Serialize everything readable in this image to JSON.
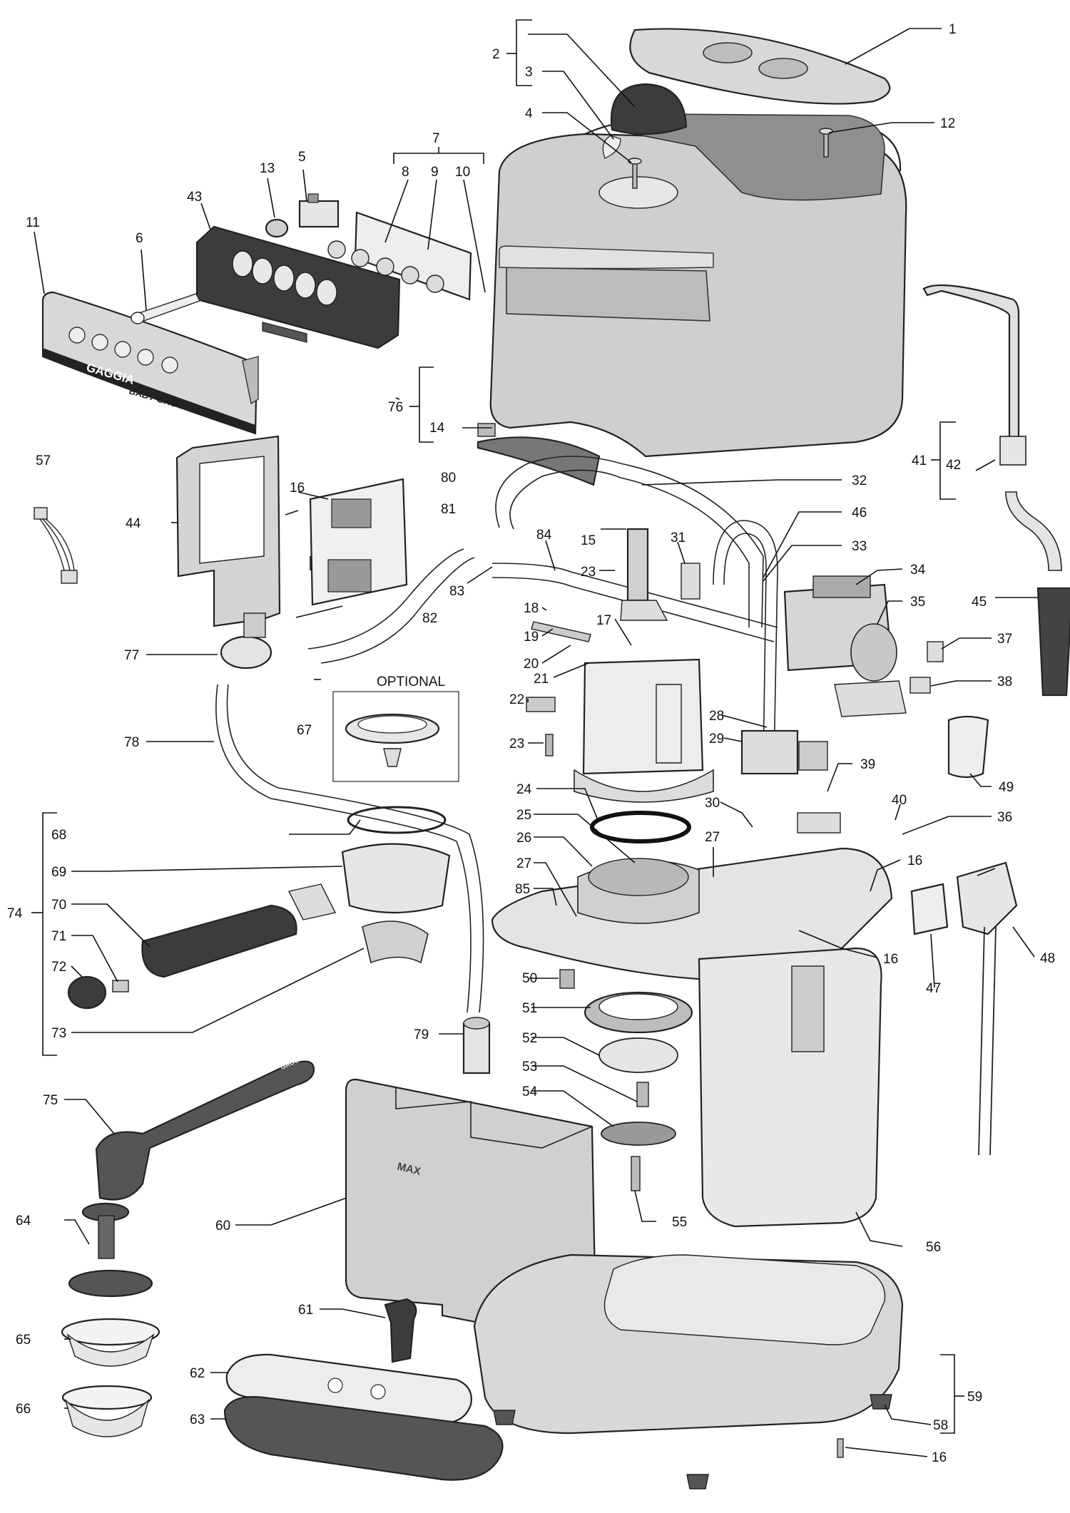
{
  "callouts": [
    "1",
    "2",
    "3",
    "4",
    "5",
    "6",
    "7",
    "8",
    "9",
    "10",
    "11",
    "12",
    "13",
    "14",
    "15",
    "16",
    "17",
    "18",
    "19",
    "20",
    "21",
    "22",
    "23",
    "24",
    "25",
    "26",
    "27",
    "28",
    "29",
    "30",
    "31",
    "32",
    "33",
    "34",
    "35",
    "36",
    "37",
    "38",
    "39",
    "40",
    "41",
    "42",
    "43",
    "44",
    "45",
    "46",
    "47",
    "48",
    "49",
    "50",
    "51",
    "52",
    "53",
    "54",
    "55",
    "56",
    "57",
    "58",
    "59",
    "60",
    "61",
    "62",
    "63",
    "64",
    "65",
    "66",
    "67",
    "68",
    "69",
    "70",
    "71",
    "72",
    "73",
    "74",
    "75",
    "76",
    "77",
    "78",
    "79",
    "80",
    "81",
    "82",
    "83",
    "84",
    "85"
  ],
  "optional_label": "OPTIONAL",
  "front_panel": {
    "brand": "GAGGIA",
    "model": "BABY GAGGIA D"
  },
  "tank_label": "MAX",
  "scoop_label": "GAGGIA",
  "colors": {
    "dark_part": "#3c3c3c",
    "medium_part": "#8a8a8a",
    "light_part": "#d6d6d6",
    "line": "#111111"
  }
}
